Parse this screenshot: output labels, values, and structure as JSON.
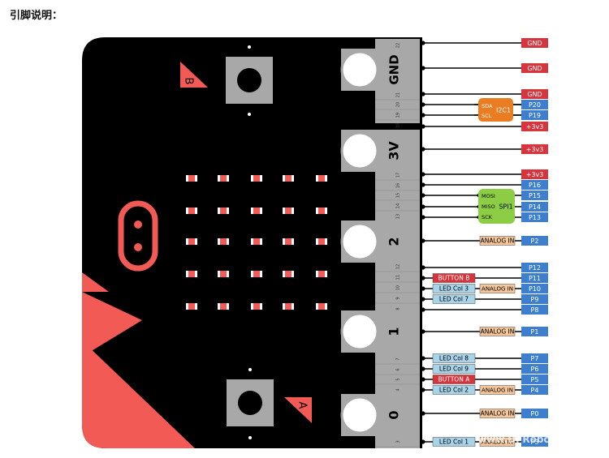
{
  "title": "引脚说明：",
  "board": {
    "button_a_label": "A",
    "button_b_label": "B",
    "big_pins": [
      "GND",
      "3V",
      "2",
      "1",
      "0"
    ],
    "pin_numbers": [
      "22",
      "21",
      "20",
      "19",
      "18",
      "17",
      "16",
      "15",
      "14",
      "13",
      "12",
      "11",
      "10",
      "9",
      "8",
      "7",
      "6",
      "5",
      "4",
      "3"
    ]
  },
  "pins": [
    {
      "name": "GND"
    },
    {
      "name": "GND"
    },
    {
      "name": "GND"
    },
    {
      "name": "P20",
      "func": "SDA"
    },
    {
      "name": "P19",
      "func": "SCL"
    },
    {
      "name": "+3v3"
    },
    {
      "name": "+3v3"
    },
    {
      "name": "+3v3"
    },
    {
      "name": "P16"
    },
    {
      "name": "P15",
      "func": "MOSI"
    },
    {
      "name": "P14",
      "func": "MISO"
    },
    {
      "name": "P13",
      "func": "SCK"
    },
    {
      "name": "P2",
      "tag": "ANALOG IN"
    },
    {
      "name": "P12"
    },
    {
      "name": "P11",
      "tag": "BUTTON B"
    },
    {
      "name": "P10",
      "tag": "LED Col 3",
      "tag2": "ANALOG IN"
    },
    {
      "name": "P9",
      "tag": "LED Col 7"
    },
    {
      "name": "P8"
    },
    {
      "name": "P1",
      "tag": "ANALOG IN"
    },
    {
      "name": "P7",
      "tag": "LED Col 8"
    },
    {
      "name": "P6",
      "tag": "LED Col 9"
    },
    {
      "name": "P5",
      "tag": "BUTTON A"
    },
    {
      "name": "P4",
      "tag": "LED Col 2",
      "tag2": "ANALOG IN"
    },
    {
      "name": "P0",
      "tag": "ANALOG IN"
    },
    {
      "name": "P3",
      "tag": "LED Col 1",
      "tag2": "ANALOG IN"
    }
  ],
  "groups": {
    "i2c": "I2C1",
    "spi": "SPI1"
  },
  "watermark": "www.DFRobot.com",
  "colors": {
    "gnd": "#d7353d",
    "power": "#d7353d",
    "gpio": "#3d7fce",
    "button": "#d7353d",
    "led": "#a9d3e8",
    "analog": "#f5c59b",
    "i2c": "#ea7c22",
    "spi": "#8ccd45",
    "board": "#000000",
    "accent": "#f25a55"
  }
}
